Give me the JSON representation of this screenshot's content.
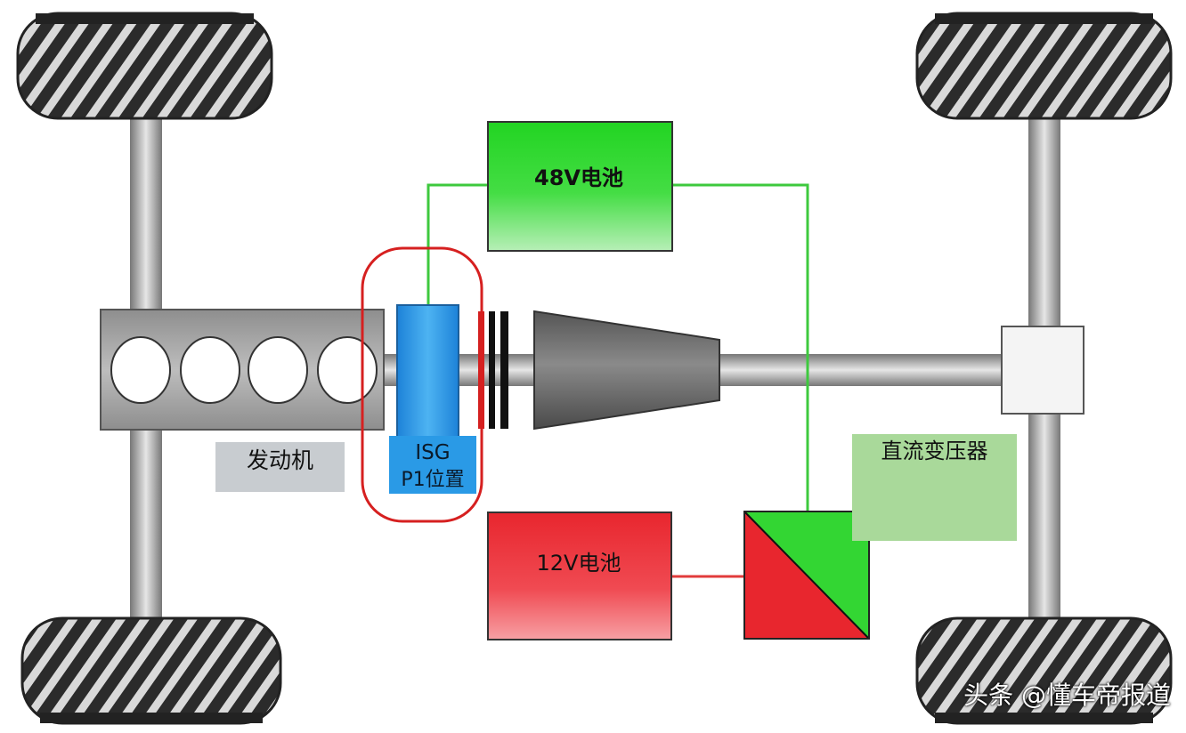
{
  "components": {
    "engine_label": "发动机",
    "isg_label_line1": "ISG",
    "isg_label_line2": "P1位置",
    "battery_48v_label": "48V电池",
    "battery_12v_label": "12V电池",
    "dcdc_label": "直流变压器"
  },
  "watermark": "头条 @懂车帝报道",
  "colors": {
    "green_line": "#3ec93e",
    "red_line": "#e23b3b",
    "highlight_circle": "#d62020",
    "isg_blue": "#2a8fe0",
    "engine_gray": "#9a9a9a",
    "label_bg": "#c8ccd0",
    "dcdc_label_bg": "#a9d99a"
  }
}
